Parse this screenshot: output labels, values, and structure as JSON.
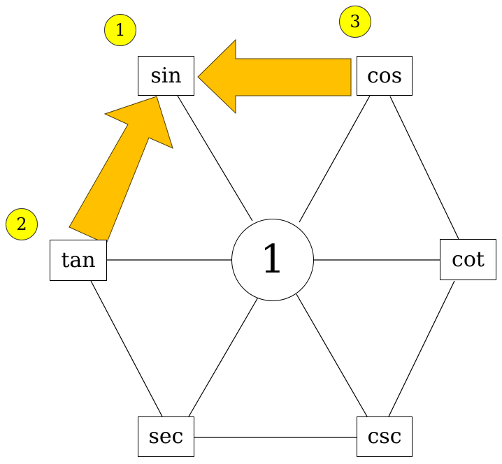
{
  "center": {
    "label": "1"
  },
  "nodes": {
    "sin": "sin",
    "cos": "cos",
    "tan": "tan",
    "cot": "cot",
    "sec": "sec",
    "csc": "csc"
  },
  "steps": [
    {
      "label": "1",
      "target": "sin"
    },
    {
      "label": "2",
      "target": "tan"
    },
    {
      "label": "3",
      "target": "cos"
    }
  ],
  "arrows": [
    {
      "from": "tan",
      "to": "sin"
    },
    {
      "from": "cos",
      "to": "sin"
    }
  ],
  "colors": {
    "arrow_fill": "#FFC000",
    "badge_fill": "#FFFF00",
    "line": "#000000"
  }
}
